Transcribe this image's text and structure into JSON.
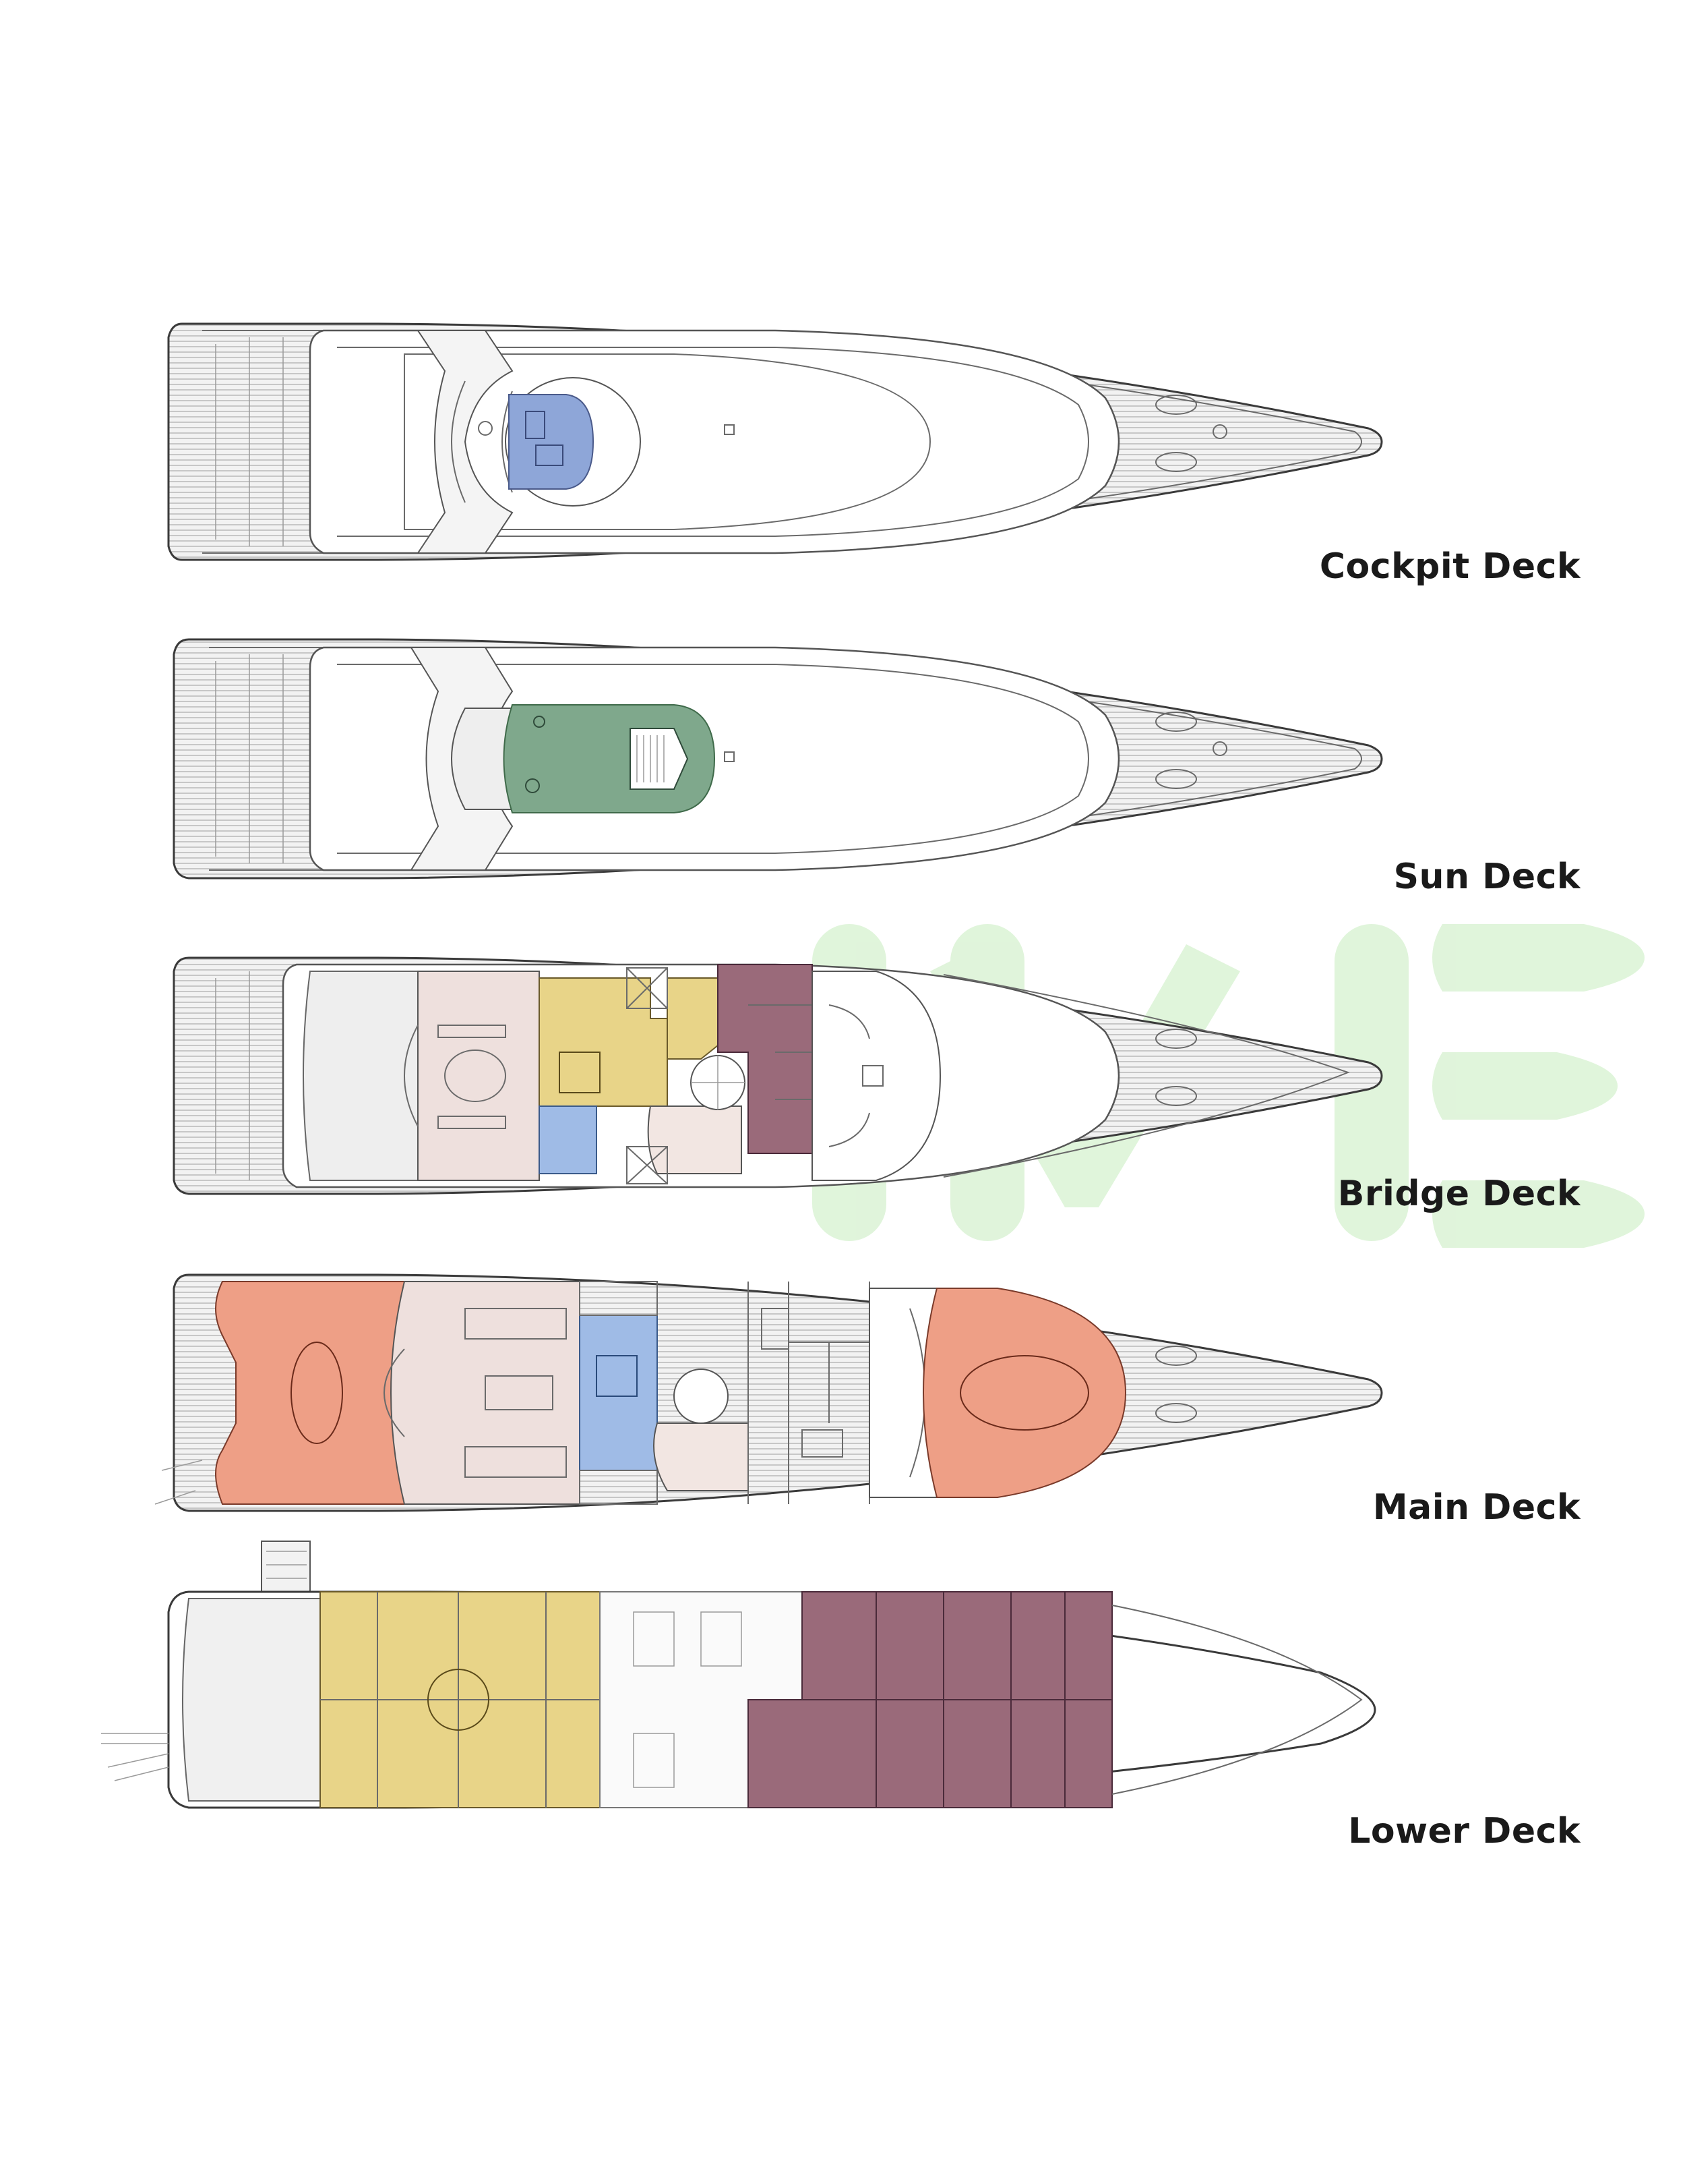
{
  "decks": [
    {
      "id": "cockpit",
      "label": "Cockpit Deck"
    },
    {
      "id": "sun",
      "label": "Sun Deck"
    },
    {
      "id": "bridge",
      "label": "Bridge Deck"
    },
    {
      "id": "main",
      "label": "Main Deck"
    },
    {
      "id": "lower",
      "label": "Lower Deck"
    }
  ],
  "colors": {
    "owner_blue": "#8ea6d8",
    "sun_green": "#7fa88c",
    "guest_yellow": "#e8d488",
    "crew_mauve": "#9a6a7a",
    "lounge_pink": "#eee0dd",
    "dining_salmon": "#ee9f86",
    "lobby_blue": "#9fbbe6",
    "watermark_green": "#d6f1cf"
  }
}
